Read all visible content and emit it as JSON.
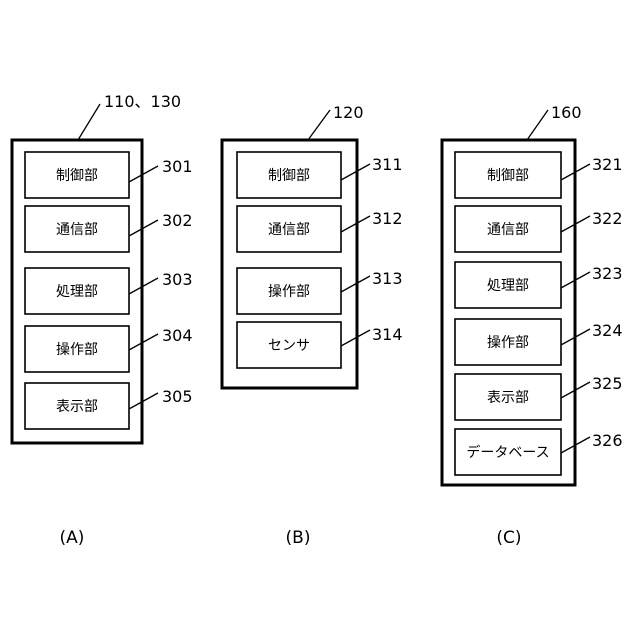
{
  "panels": [
    {
      "ref": "110、130",
      "caption": "(A)",
      "items": [
        {
          "label": "制御部",
          "ref": "301"
        },
        {
          "label": "通信部",
          "ref": "302"
        },
        {
          "label": "処理部",
          "ref": "303"
        },
        {
          "label": "操作部",
          "ref": "304"
        },
        {
          "label": "表示部",
          "ref": "305"
        }
      ]
    },
    {
      "ref": "120",
      "caption": "(B)",
      "items": [
        {
          "label": "制御部",
          "ref": "311"
        },
        {
          "label": "通信部",
          "ref": "312"
        },
        {
          "label": "操作部",
          "ref": "313"
        },
        {
          "label": "センサ",
          "ref": "314"
        }
      ]
    },
    {
      "ref": "160",
      "caption": "(C)",
      "items": [
        {
          "label": "制御部",
          "ref": "321"
        },
        {
          "label": "通信部",
          "ref": "322"
        },
        {
          "label": "処理部",
          "ref": "323"
        },
        {
          "label": "操作部",
          "ref": "324"
        },
        {
          "label": "表示部",
          "ref": "325"
        },
        {
          "label": "データベース",
          "ref": "326"
        }
      ]
    }
  ]
}
